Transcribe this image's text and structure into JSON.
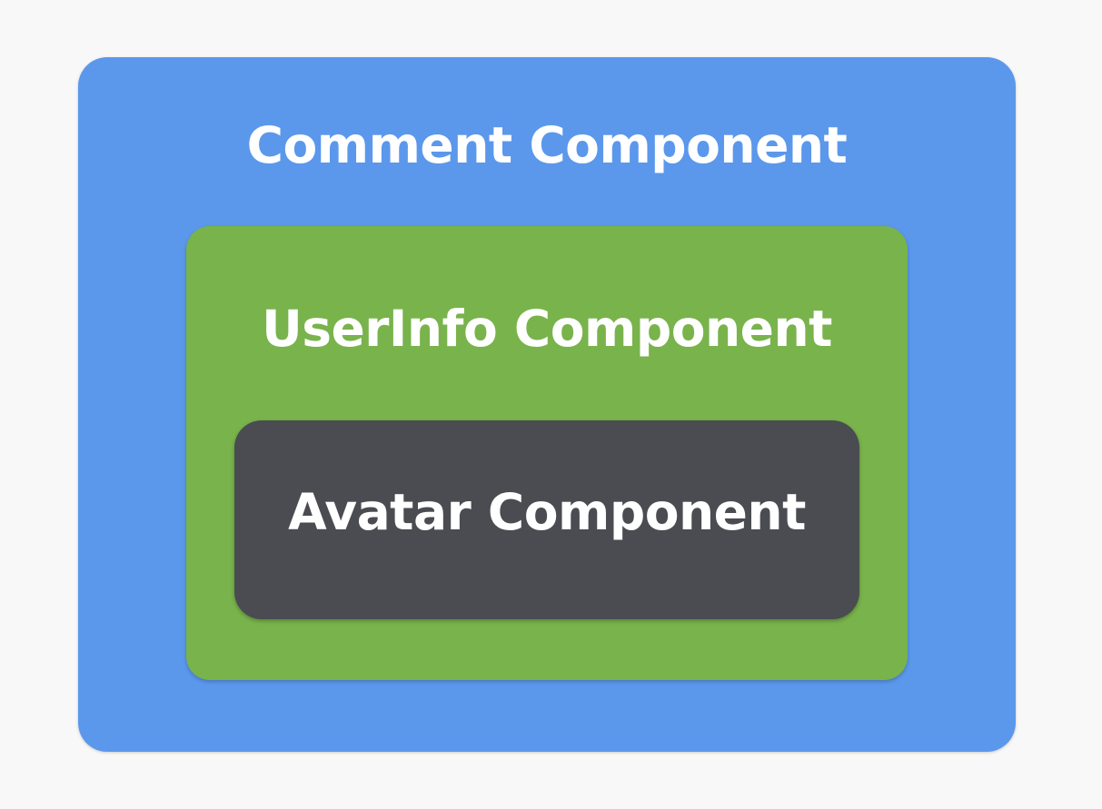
{
  "diagram": {
    "comment": {
      "label": "Comment Component",
      "color": "#5b98ec"
    },
    "userinfo": {
      "label": "UserInfo Component",
      "color": "#79b34c"
    },
    "avatar": {
      "label": "Avatar Component",
      "color": "#4a4c51"
    }
  }
}
